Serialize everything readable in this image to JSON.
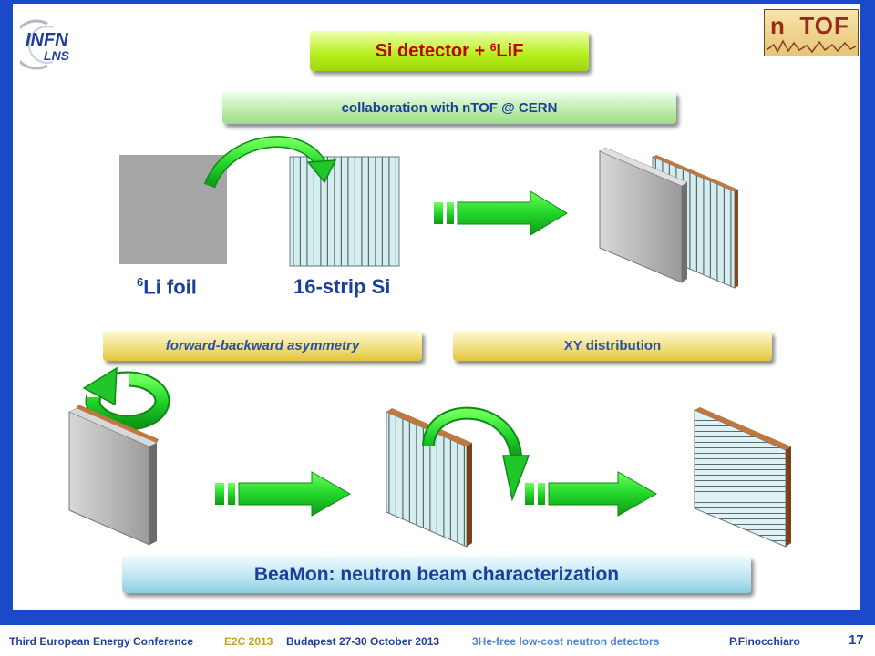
{
  "title": {
    "text": "Si detector + ",
    "sup": "6",
    "rest": "LiF"
  },
  "collaboration": "collaboration with nTOF @ CERN",
  "labels": {
    "li_foil_sup": "6",
    "li_foil": "Li foil",
    "strip_si": "16-strip Si"
  },
  "forward_backward": "forward-backward asymmetry",
  "xy_distribution": "XY distribution",
  "beamon": "BeaMon: neutron beam characterization",
  "logos": {
    "infn_top": "INFN",
    "infn_bottom": "LNS",
    "ntof": "n_TOF"
  },
  "footer": {
    "conference": "Third European Energy Conference",
    "short": "E2C 2013",
    "location_date": "Budapest 27-30 October 2013",
    "talk": "3He-free low-cost neutron detectors",
    "author": "P.Finocchiaro",
    "page": "17"
  },
  "colors": {
    "frame_blue": "#1a49c9",
    "arrow_green": "#22d62a",
    "title_red": "#c00000",
    "label_blue": "#1a3e9a"
  }
}
